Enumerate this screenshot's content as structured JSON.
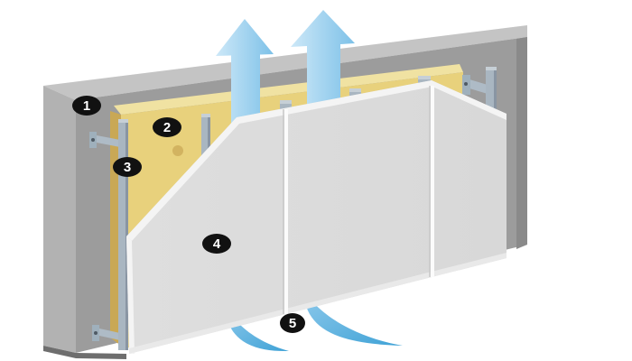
{
  "diagram": {
    "name": "ventilated-facade-wall-system",
    "markers": [
      {
        "number": "1",
        "target": "wall"
      },
      {
        "number": "2",
        "target": "insulation-layer"
      },
      {
        "number": "3",
        "target": "mounting-rail"
      },
      {
        "number": "4",
        "target": "cladding-panel"
      },
      {
        "number": "5",
        "target": "air-intake-flow"
      }
    ]
  },
  "colors": {
    "background": "#ffffff",
    "wall_front": "#9c9c9c",
    "wall_top": "#c4c4c4",
    "wall_left": "#b2b2b2",
    "wall_right": "#8a8a8a",
    "wall_bottom": "#6e6e6e",
    "insulation_front": "#e8d17c",
    "insulation_top": "#f0e2a2",
    "insulation_edge": "#c9a855",
    "insulation_dot": "#d2b360",
    "rail": "#a9b6c1",
    "rail_shade": "#8995a3",
    "rail_light": "#c6cfd6",
    "bracket": "#9fb0bc",
    "bracket_arm": "#aebbc6",
    "bracket_hole": "#4f5a64",
    "panel": "#d8d8d8",
    "panel_edge": "#f4f4f4",
    "panel_bottom_edge": "#e9e9e9",
    "seam_light": "#fbfbfb",
    "seam_shadow": "#c8c8c8",
    "arrow_light": "#cde8f8",
    "arrow_dark": "#7dc1e8",
    "swoosh_light": "#8fcaec",
    "swoosh_dark": "#3fa2d6",
    "marker_bg": "#111111",
    "marker_text": "#ffffff"
  }
}
